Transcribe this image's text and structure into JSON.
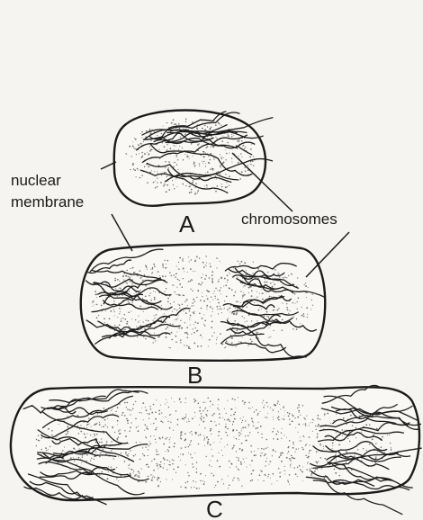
{
  "labels": {
    "nuclear_membrane_line1": "nuclear",
    "nuclear_membrane_line2": "membrane",
    "chromosomes": "chromosomes",
    "cell_a": "A",
    "cell_b": "B",
    "cell_c": "C"
  },
  "colors": {
    "ink": "#1b1b1b",
    "paper": "#f6f4f0"
  }
}
